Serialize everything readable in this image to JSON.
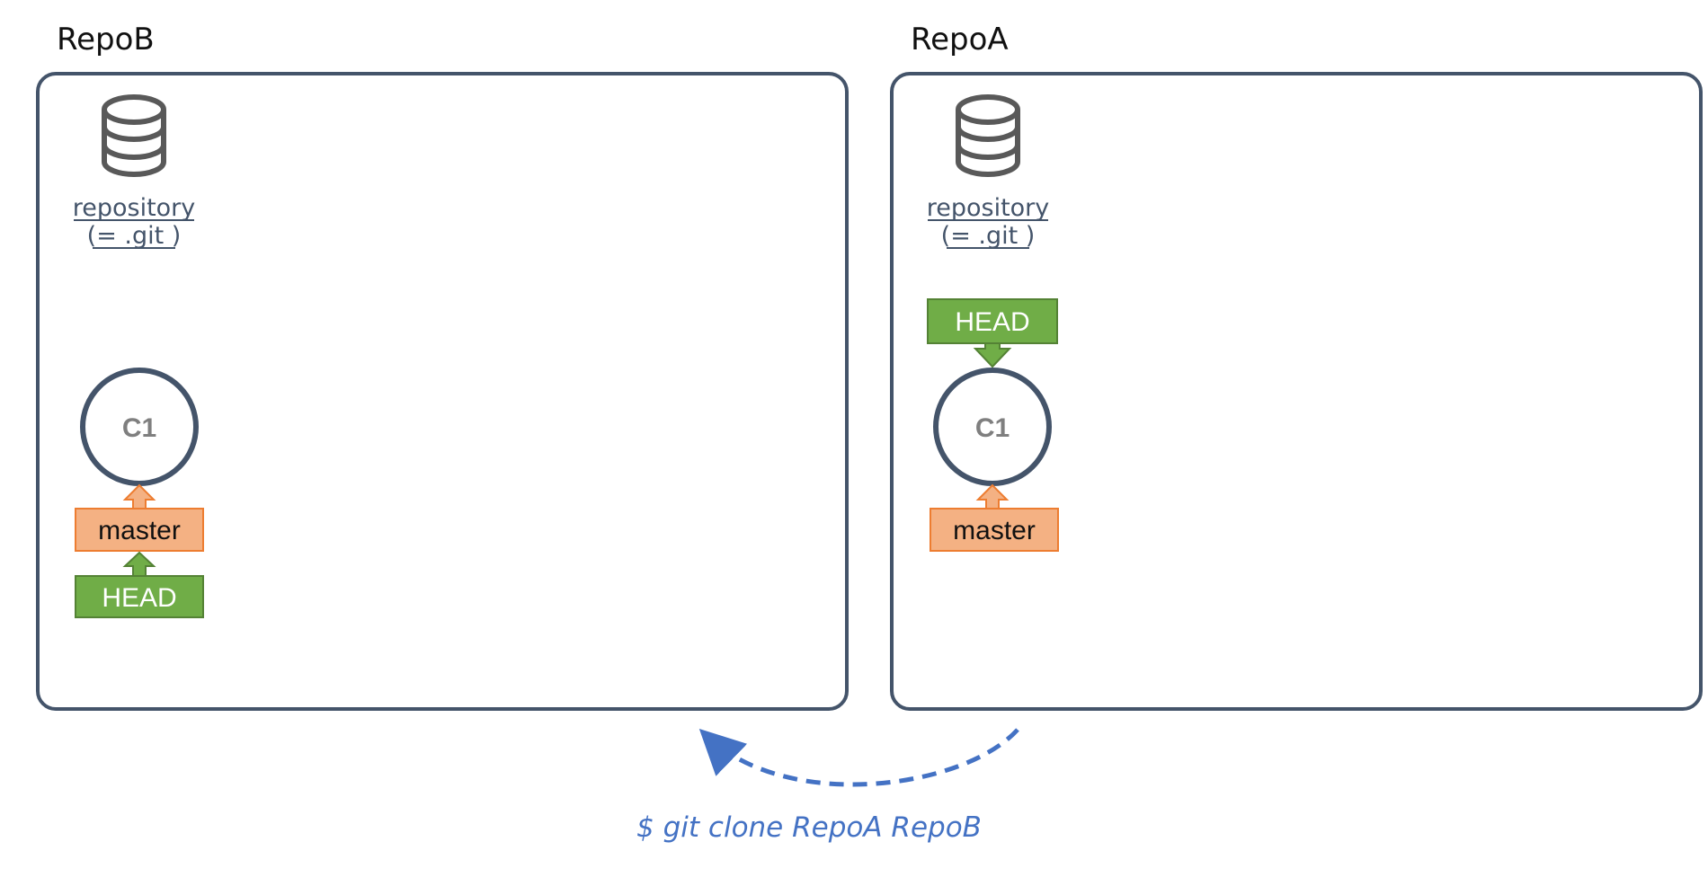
{
  "colors": {
    "frame": "#44546a",
    "master_fill": "#f4b183",
    "master_stroke": "#ed7d31",
    "head_fill": "#70ad47",
    "head_stroke": "#548235",
    "command": "#4472c4",
    "commit_text": "#7f7f7f"
  },
  "repo_b": {
    "title": "RepoB",
    "repository_label": "repository",
    "git_label": "(= .git )",
    "commit": "C1",
    "master_label": "master",
    "head_label": "HEAD",
    "icon": "database-icon"
  },
  "repo_a": {
    "title": "RepoA",
    "repository_label": "repository",
    "git_label": "(= .git )",
    "commit": "C1",
    "master_label": "master",
    "head_label": "HEAD",
    "icon": "database-icon"
  },
  "command": {
    "text": "$ git clone RepoA RepoB"
  }
}
